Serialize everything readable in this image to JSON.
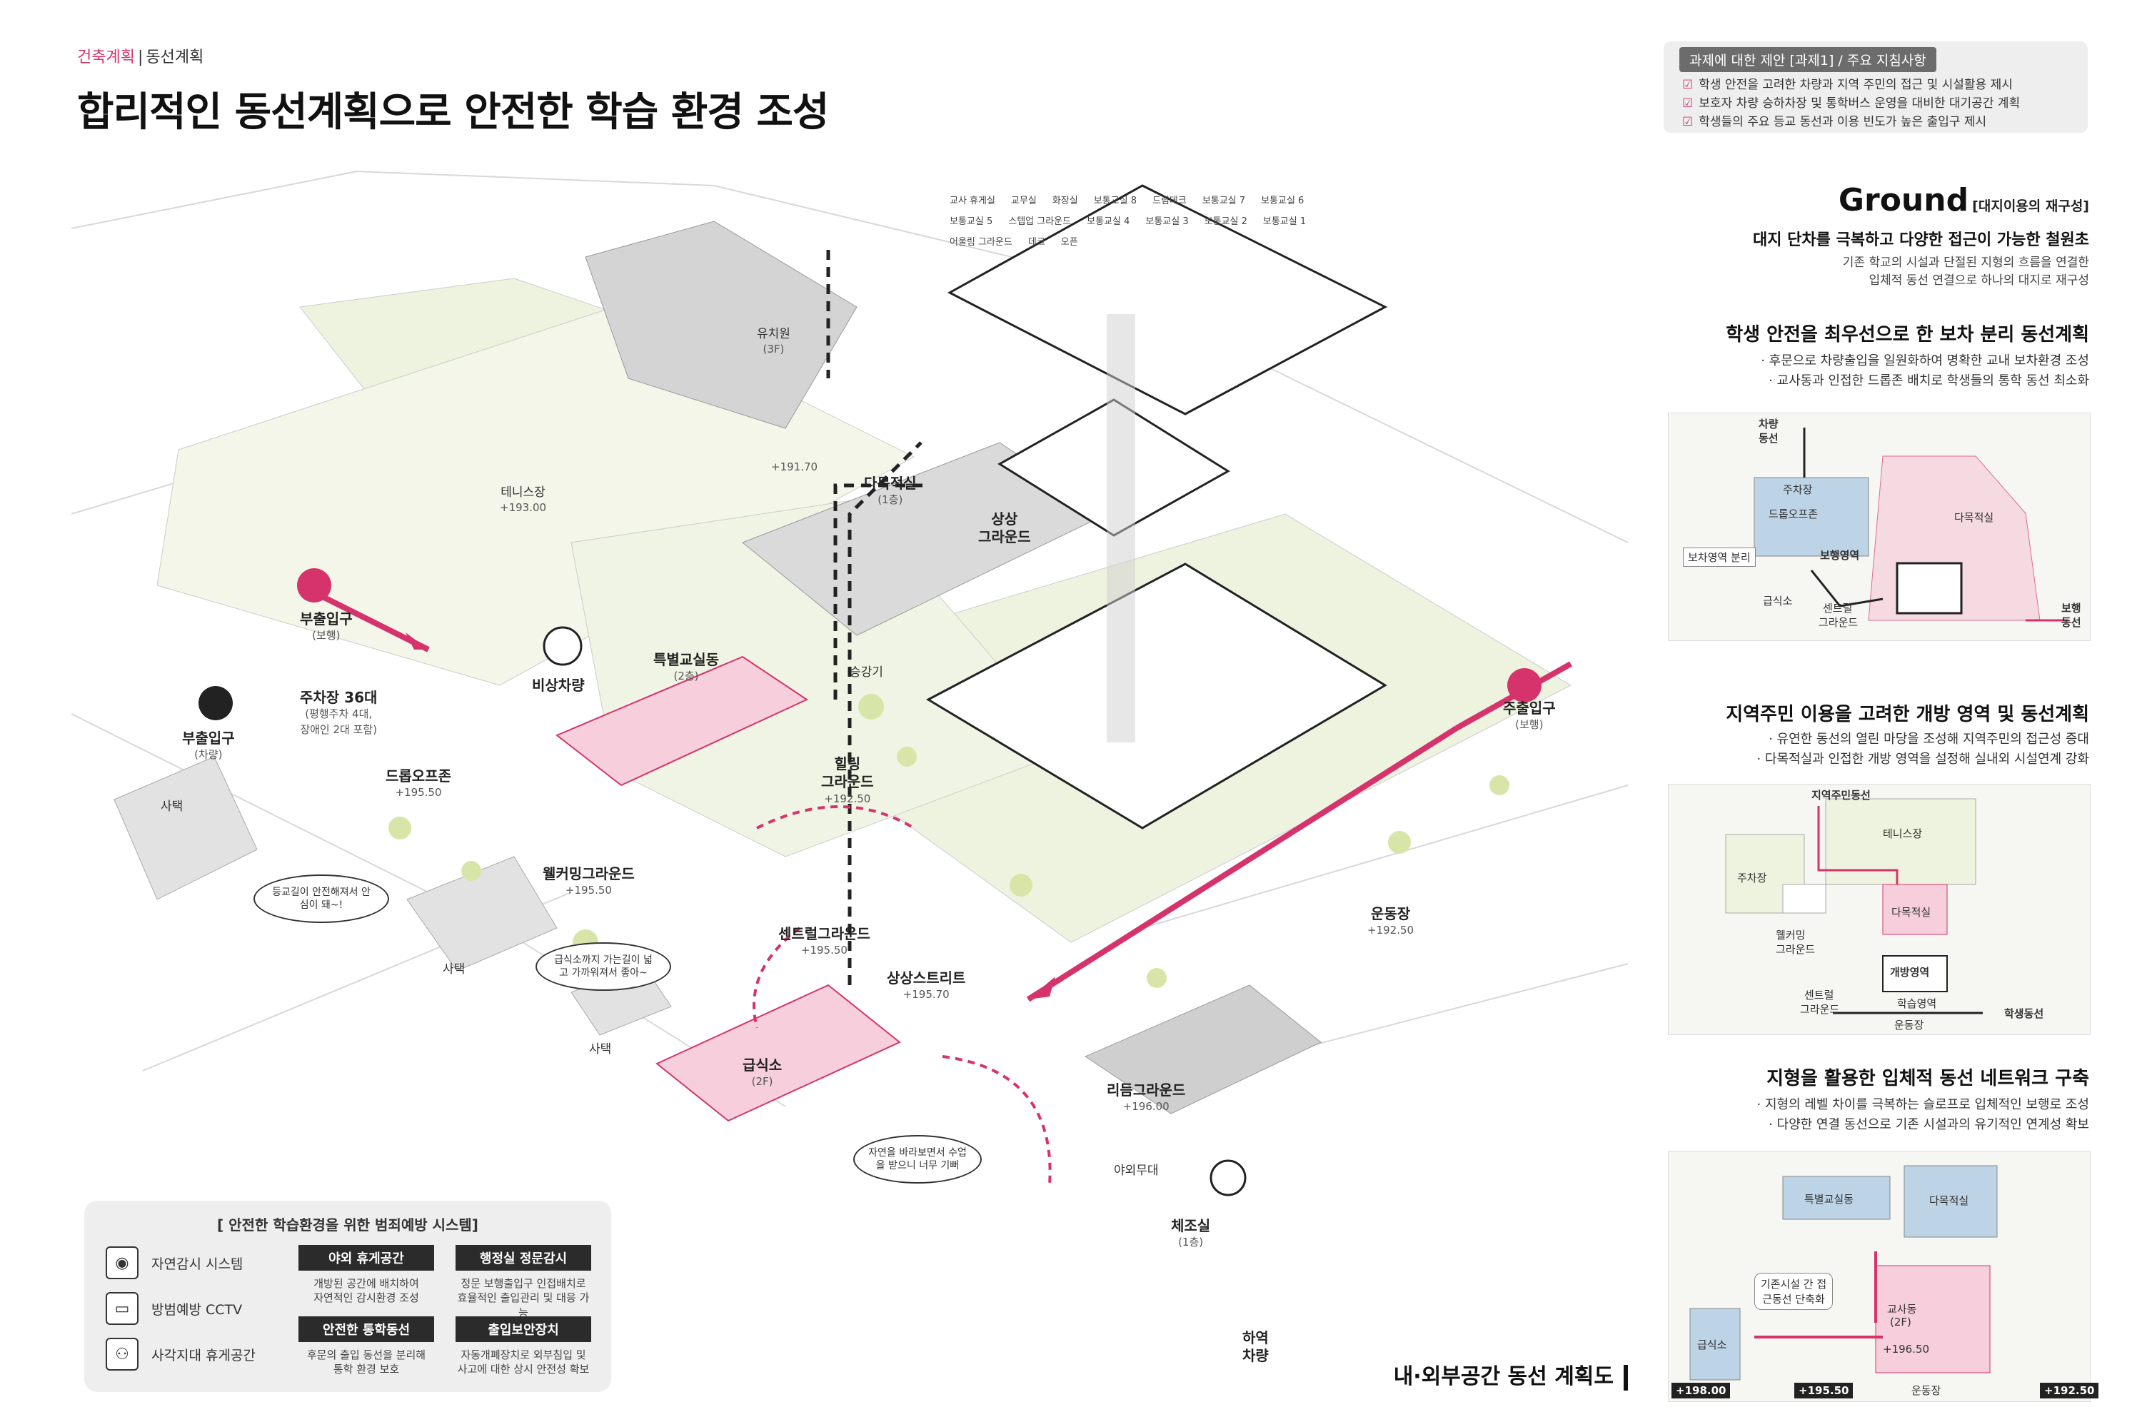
{
  "breadcrumb": {
    "section": "건축계획",
    "current": "동선계획"
  },
  "title": "합리적인 동선계획으로 안전한 학습 환경 조성",
  "colors": {
    "accent": "#d6336c",
    "pink_fill": "#f7cfdc",
    "green": "#dfe9c4",
    "blue": "#bdd3e6",
    "grey": "#d4d4d4"
  },
  "map": {
    "kindergarten": "유치원",
    "kindergarten_floor": "(3F)",
    "tennis": "테니스장",
    "tennis_elev": "+193.00",
    "elev_19170": "+191.70",
    "multipurpose": "다목적실",
    "multipurpose_floor": "(1층)",
    "upper_ground_1": "상상",
    "upper_ground_2": "그라운드",
    "sub_entry": "부출입구",
    "sub_entry_walk": "(보행)",
    "sub_entry_car": "부출입구",
    "sub_entry_car_sub": "(차량)",
    "emergency": "비상차량",
    "special_classroom": "특별교실동",
    "special_floor": "(2층)",
    "parking": "주차장 36대",
    "parking_sub1": "(평행주차 4대,",
    "parking_sub2": "장애인 2대 포함)",
    "dropoff": "드롭오프존",
    "dropoff_elev": "+195.50",
    "elevator": "승강기",
    "healing": "힐링",
    "healing2": "그라운드",
    "healing_elev": "+192.50",
    "welcoming": "웰커밍그라운드",
    "welcoming_elev": "+195.50",
    "central": "센트럴그라운드",
    "central_elev": "+195.50",
    "street": "상상스트리트",
    "street_elev": "+195.70",
    "cafeteria": "급식소",
    "cafeteria_floor": "(2F)",
    "rhythm": "리듬그라운드",
    "rhythm_elev": "+196.00",
    "outdoor_stage": "야외무대",
    "gym": "체조실",
    "gym_floor": "(1층)",
    "field": "운동장",
    "field_elev": "+192.50",
    "main_entry": "주출입구",
    "main_entry_sub": "(보행)",
    "house": "사택",
    "unload1": "하역",
    "unload2": "차량",
    "bubble1": "등교길이 안전해져서 안심이 돼~!",
    "bubble2": "급식소까지 가는길이 넓고 가까워져서 좋아~",
    "bubble3": "자연을 바라보면서 수업을 받으니 너무 기뻐",
    "room_labels": [
      "교사 휴게실",
      "교무실",
      "화장실",
      "보통교실 8",
      "드림데크",
      "보통교실 7",
      "보통교실 6",
      "보통교실 5",
      "스텝업 그라운드",
      "보통교실 4",
      "보통교실 3",
      "보통교실 2",
      "보통교실 1",
      "어울림 그라운드",
      "데크",
      "오픈"
    ]
  },
  "legend": {
    "title": "[ 안전한 학습환경을 위한 범죄예방 시스템]",
    "items": [
      {
        "icon": "eye-icon",
        "label": "자연감시 시스템"
      },
      {
        "icon": "cctv-icon",
        "label": "방범예방 CCTV"
      },
      {
        "icon": "bench-icon",
        "label": "사각지대 휴게공간"
      }
    ],
    "boxes": [
      {
        "head": "야외 휴게공간",
        "body1": "개방된 공간에 배치하여",
        "body2": "자연적인 감시환경 조성"
      },
      {
        "head": "행정실 정문감시",
        "body1": "정문 보행출입구 인접배치로",
        "body2": "효율적인 출입관리 및 대응 가능"
      },
      {
        "head": "안전한 통학동선",
        "body1": "후문의 출입 동선을 분리해",
        "body2": "통학 환경 보호"
      },
      {
        "head": "출입보안장치",
        "body1": "자동개폐장치로 외부침입 및",
        "body2": "사고에 대한 상시 안전성 확보"
      }
    ]
  },
  "footer": "내·외부공간 동선 계획도",
  "guide": {
    "head": "과제에 대한 제안 [과제1] / 주요 지침사항",
    "items": [
      "학생 안전을 고려한 차량과 지역 주민의 접근 및 시설활용 제시",
      "보호자 차량 승하차장 및 통학버스 운영을 대비한 대기공간 계획",
      "학생들의 주요 등교 동선과 이용 빈도가 높은 출입구 제시"
    ]
  },
  "ground": {
    "big": "Ground",
    "small": "[대지이용의 재구성]",
    "sub": "대지 단차를 극복하고 다양한 접근이 가능한 철원초",
    "desc1": "기존 학교의 시설과 단절된 지형의 흐름을 연결한",
    "desc2": "입체적 동선 연결으로 하나의 대지로 재구성"
  },
  "sections": [
    {
      "title": "학생 안전을 최우선으로 한 보차 분리 동선계획",
      "b1": "· 후문으로 차량출입을 일원화하여 명확한 교내 보차환경 조성",
      "b2": "· 교사동과 인접한 드롭존 배치로 학생들의 통학 동선 최소화",
      "labels": {
        "car": "차량",
        "car2": "동선",
        "parking": "주차장",
        "drop": "드롭오프존",
        "multi": "다목적실",
        "walkarea": "보행영역",
        "separate": "보차영역 분리",
        "canteen": "급식소",
        "central": "센트럴",
        "central2": "그라운드",
        "walk": "보행",
        "walk2": "동선"
      }
    },
    {
      "title": "지역주민 이용을 고려한 개방 영역 및 동선계획",
      "b1": "· 유연한 동선의 열린 마당을 조성해 지역주민의 접근성 증대",
      "b2": "· 다목적실과 인접한 개방 영역을 설정해 실내외 시설연계 강화",
      "labels": {
        "resident": "지역주민동선",
        "tennis": "테니스장",
        "parking": "주차장",
        "multi": "다목적실",
        "welcome": "웰커밍",
        "welcome2": "그라운드",
        "open": "개방영역",
        "learn": "학습영역",
        "central": "센트럴",
        "central2": "그라운드",
        "field": "운동장",
        "student": "학생동선"
      }
    },
    {
      "title": "지형을 활용한 입체적 동선 네트워크 구축",
      "b1": "· 지형의 레벨 차이를 극복하는 슬로프로 입체적인 보행로 조성",
      "b2": "· 다양한 연결 동선으로 기존 시설과의 유기적인 연계성 확보",
      "labels": {
        "special": "특별교실동",
        "multi": "다목적실",
        "bubble": "기존시설 간 접근동선 단축화",
        "school": "교사동",
        "school_floor": "(2F)",
        "canteen": "급식소",
        "elev1": "+196.50",
        "elev2": "+198.00",
        "elev3": "+195.50",
        "elev4": "+192.50",
        "field": "운동장"
      }
    }
  ]
}
